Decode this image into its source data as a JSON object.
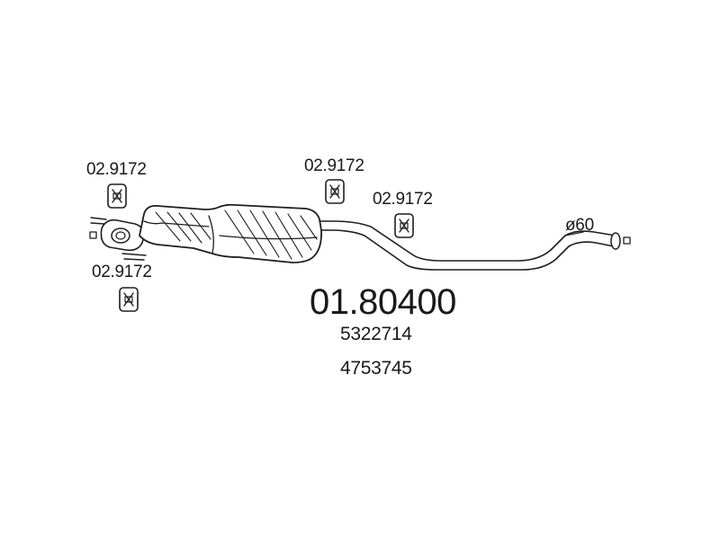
{
  "diagram": {
    "part_number": "01.80400",
    "oe_numbers": [
      "5322714",
      "4753745"
    ],
    "pipe_diameter": "ø60",
    "hangers": [
      {
        "code": "02.9172"
      },
      {
        "code": "02.9172"
      },
      {
        "code": "02.9172"
      },
      {
        "code": "02.9172"
      }
    ],
    "colors": {
      "line": "#1e1e1e",
      "background": "#ffffff"
    }
  }
}
